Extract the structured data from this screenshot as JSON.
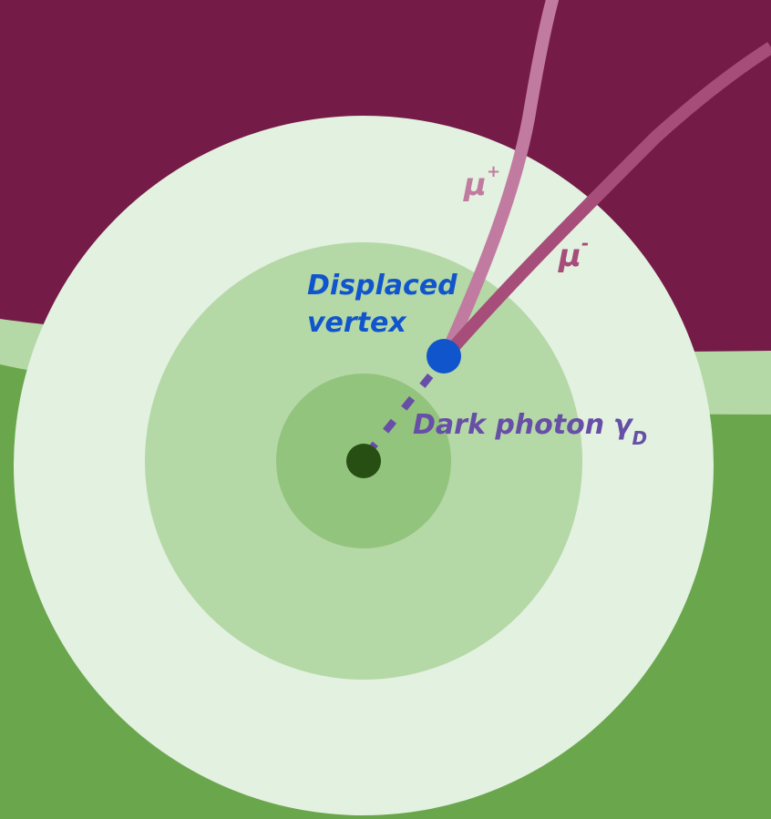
{
  "labels": {
    "displaced_vertex_line1": "Displaced",
    "displaced_vertex_line2": "vertex",
    "dark_photon": "Dark photon",
    "dark_photon_symbol": "γ",
    "dark_photon_subscript": "D",
    "muon_plus": "μ",
    "muon_plus_charge": "+",
    "muon_minus": "μ",
    "muon_minus_charge": "-"
  },
  "colors": {
    "background_maroon": "#741b47",
    "background_green": "#6aa64c",
    "band_light_green": "#b4d8a6",
    "ring_outer": "#e2f1e0",
    "ring_middle": "#b4d8a6",
    "ring_inner": "#93c47d",
    "collision_point": "#274e13",
    "vertex": "#1155cc",
    "dark_photon": "#674ea7",
    "muon_plus_track": "#c27ba0",
    "muon_minus_track": "#a64d79",
    "vertex_label": "#1155cc"
  }
}
